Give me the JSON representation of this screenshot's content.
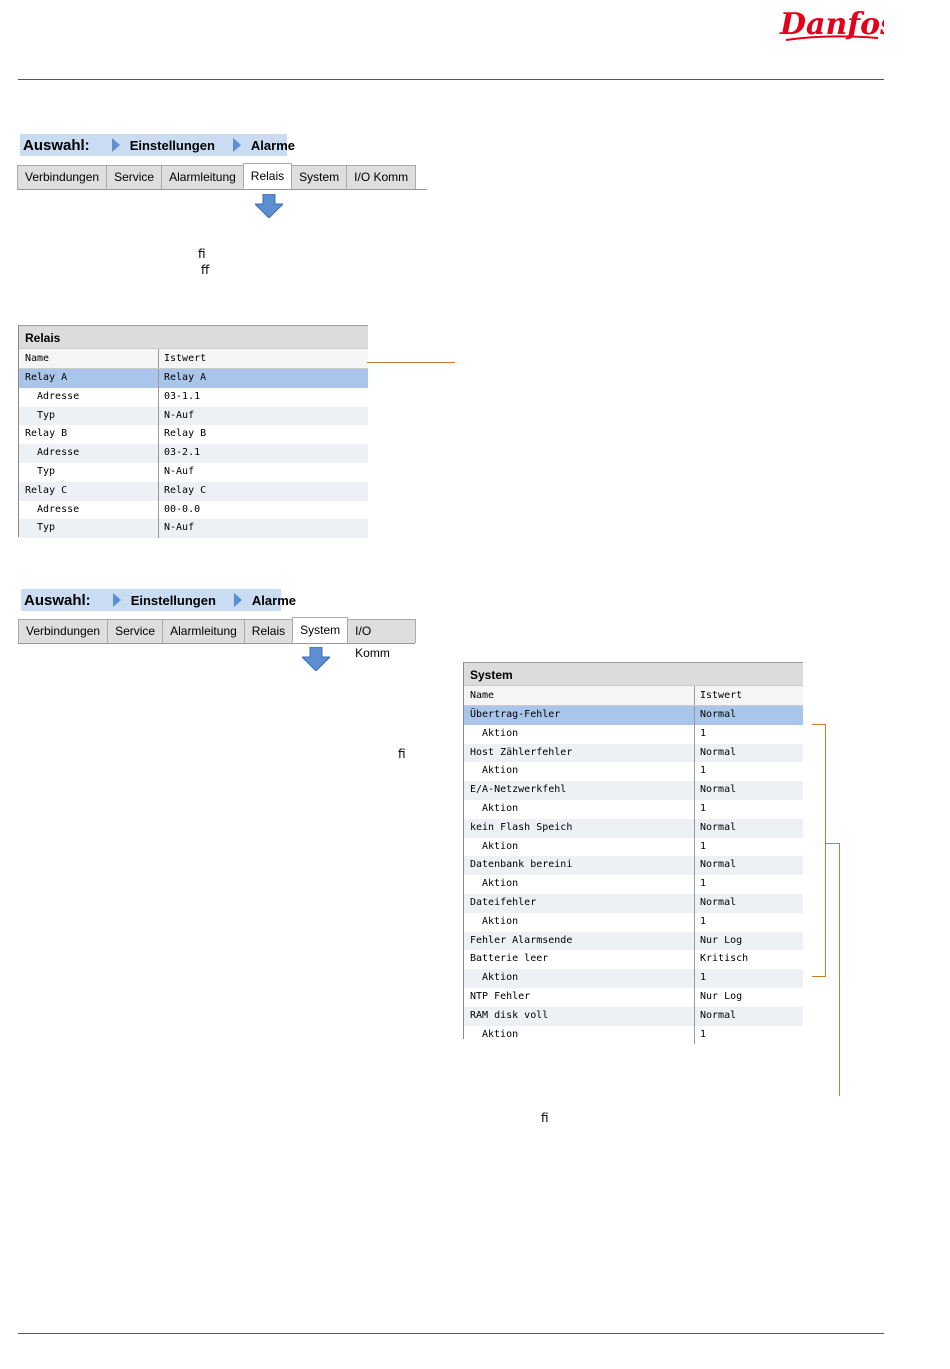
{
  "brand": {
    "logo_text": "Danfoss",
    "color": "#e2001a"
  },
  "colors": {
    "accent_line": "#d07a30",
    "selected_row": "#a9c6ea",
    "breadcrumb_bg": "#c9dcf2"
  },
  "screen1": {
    "breadcrumb": {
      "label": "Auswahl:",
      "items": [
        "Einstellungen",
        "Alarme"
      ]
    },
    "tabs": [
      "Verbindungen",
      "Service",
      "Alarmleitung",
      "Relais",
      "System",
      "I/O Komm"
    ],
    "active_tab": "Relais"
  },
  "glyphs": {
    "g1": "ﬁ",
    "g2": "ﬀ",
    "g3": "ﬁ",
    "g4": "ﬁ"
  },
  "relais_table": {
    "title": "Relais",
    "col_name": "Name",
    "col_value": "Istwert",
    "rows": [
      {
        "name": "Relay A",
        "value": "Relay A"
      },
      {
        "name": "Adresse",
        "value": "03-1.1"
      },
      {
        "name": "Typ",
        "value": "N-Auf"
      },
      {
        "name": "Relay B",
        "value": "Relay B"
      },
      {
        "name": "Adresse",
        "value": "03-2.1"
      },
      {
        "name": "Typ",
        "value": "N-Auf"
      },
      {
        "name": "Relay C",
        "value": "Relay C"
      },
      {
        "name": "Adresse",
        "value": "00-0.0"
      },
      {
        "name": "Typ",
        "value": "N-Auf"
      }
    ]
  },
  "screen2": {
    "breadcrumb": {
      "label": "Auswahl:",
      "items": [
        "Einstellungen",
        "Alarme"
      ]
    },
    "tabs": [
      "Verbindungen",
      "Service",
      "Alarmleitung",
      "Relais",
      "System",
      "I/O Komm"
    ],
    "active_tab": "System"
  },
  "system_table": {
    "title": "System",
    "col_name": "Name",
    "col_value": "Istwert",
    "rows": [
      {
        "name": "Übertrag-Fehler",
        "value": "Normal"
      },
      {
        "name": "Aktion",
        "value": "1"
      },
      {
        "name": "Host Zählerfehler",
        "value": "Normal"
      },
      {
        "name": "Aktion",
        "value": "1"
      },
      {
        "name": "E/A-Netzwerkfehl",
        "value": "Normal"
      },
      {
        "name": "Aktion",
        "value": "1"
      },
      {
        "name": "kein Flash Speich",
        "value": "Normal"
      },
      {
        "name": "Aktion",
        "value": "1"
      },
      {
        "name": "Datenbank bereini",
        "value": "Normal"
      },
      {
        "name": "Aktion",
        "value": "1"
      },
      {
        "name": "Dateifehler",
        "value": "Normal"
      },
      {
        "name": "Aktion",
        "value": "1"
      },
      {
        "name": "Fehler Alarmsende",
        "value": "Nur Log"
      },
      {
        "name": "Batterie leer",
        "value": "Kritisch"
      },
      {
        "name": "Aktion",
        "value": "1"
      },
      {
        "name": "NTP Fehler",
        "value": "Nur Log"
      },
      {
        "name": "RAM disk voll",
        "value": "Normal"
      },
      {
        "name": "Aktion",
        "value": "1"
      }
    ]
  }
}
